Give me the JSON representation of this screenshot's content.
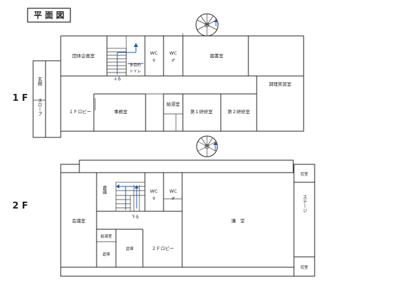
{
  "title": "平 面 図",
  "floors": [
    {
      "label": "1 F",
      "rooms": {
        "entrance": "玄関",
        "slope": "スロープ",
        "group_planning": "団体企画室",
        "multipurpose_toilet_1": "多目的",
        "multipurpose_toilet_2": "トイレ",
        "wc": "WC",
        "library": "図書室",
        "cooking": "調理実習室",
        "lobby": "１Ｆロビー",
        "office": "事務室",
        "hot_water": "給湯室",
        "training_1": "第１研修室",
        "training_2": "第２研修室"
      },
      "stair_label": "上る",
      "female_symbol": "♀",
      "male_symbol": "♂"
    },
    {
      "label": "2 F",
      "rooms": {
        "conference": "会議室",
        "storage_a": "倉庫",
        "wc": "WC",
        "lecture_hall": "講　堂",
        "control_top": "控室",
        "stage": "ステージ",
        "control_bottom": "控室",
        "hot_water": "給湯室",
        "storage_b": "倉庫",
        "storage_c": "倉庫",
        "lobby": "２Ｆロビー"
      },
      "stair_label": "下る",
      "female_symbol": "♀",
      "male_symbol": "♂"
    }
  ],
  "colors": {
    "wall": "#222222",
    "stair_arrow": "#1f5aa8"
  }
}
